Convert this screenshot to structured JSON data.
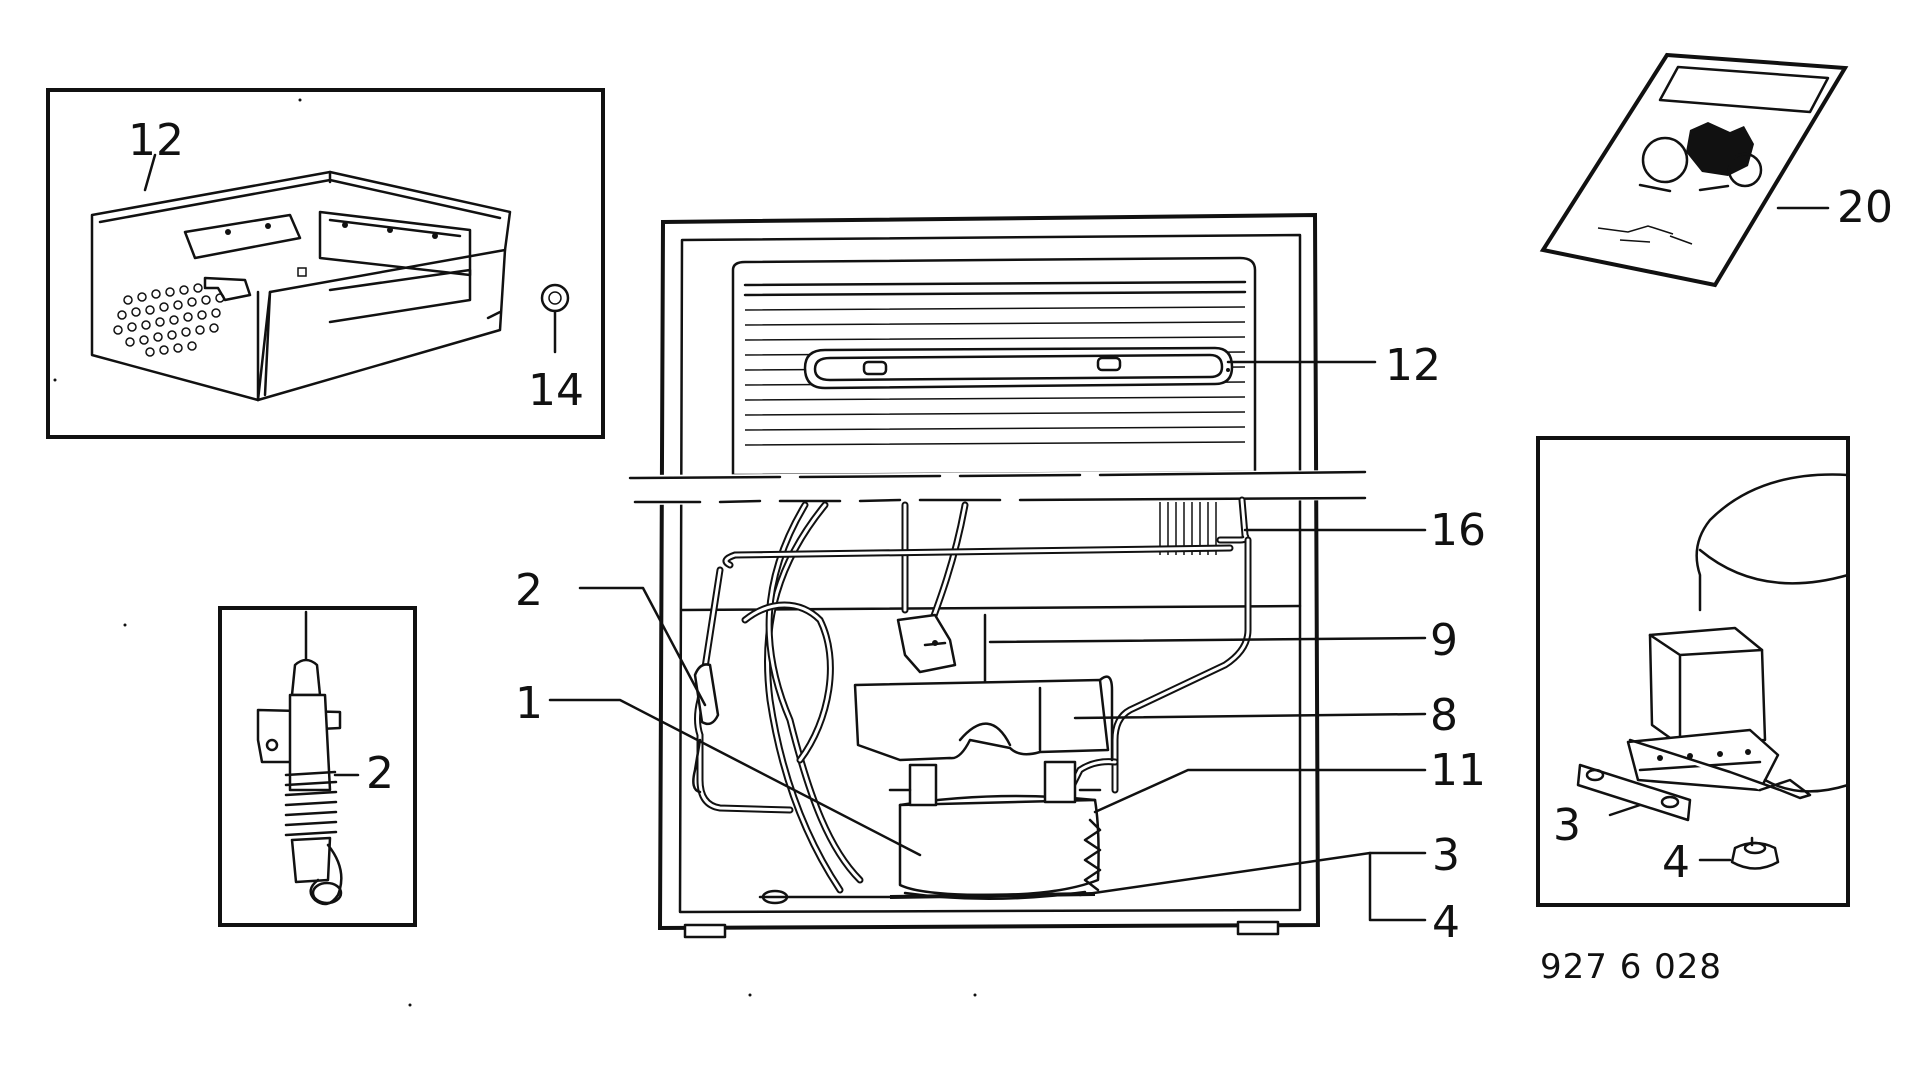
{
  "callouts": {
    "inset_shelf_top": "12",
    "inset_shelf_knob": "14",
    "main_evaporator": "12",
    "main_tube": "16",
    "main_relay": "9",
    "main_thermostat": "8",
    "main_spring": "11",
    "main_bracket": "3",
    "main_grommet": "4",
    "main_sensor": "2",
    "main_compressor": "1",
    "inset_sensor": "2",
    "inset_bracket": "3",
    "inset_grommet": "4",
    "manual": "20"
  },
  "drawing_code": "927 6 028"
}
